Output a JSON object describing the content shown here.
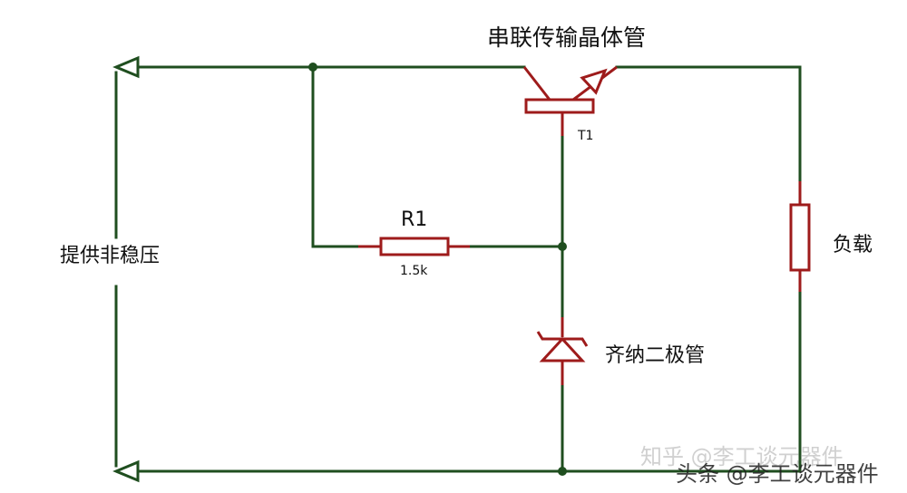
{
  "labels": {
    "transistor_title": "串联传输晶体管",
    "transistor_ref": "T1",
    "resistor_ref": "R1",
    "resistor_value": "1.5k",
    "input_label": "提供非稳压",
    "load_label": "负载",
    "zener_label": "齐纳二极管"
  },
  "watermarks": {
    "zhihu": "知乎 @李工谈元器件",
    "toutiao": "头条 @李工谈元器件"
  },
  "colors": {
    "wire": "#1f4e1f",
    "component": "#9e1b1b",
    "background": "#ffffff"
  }
}
